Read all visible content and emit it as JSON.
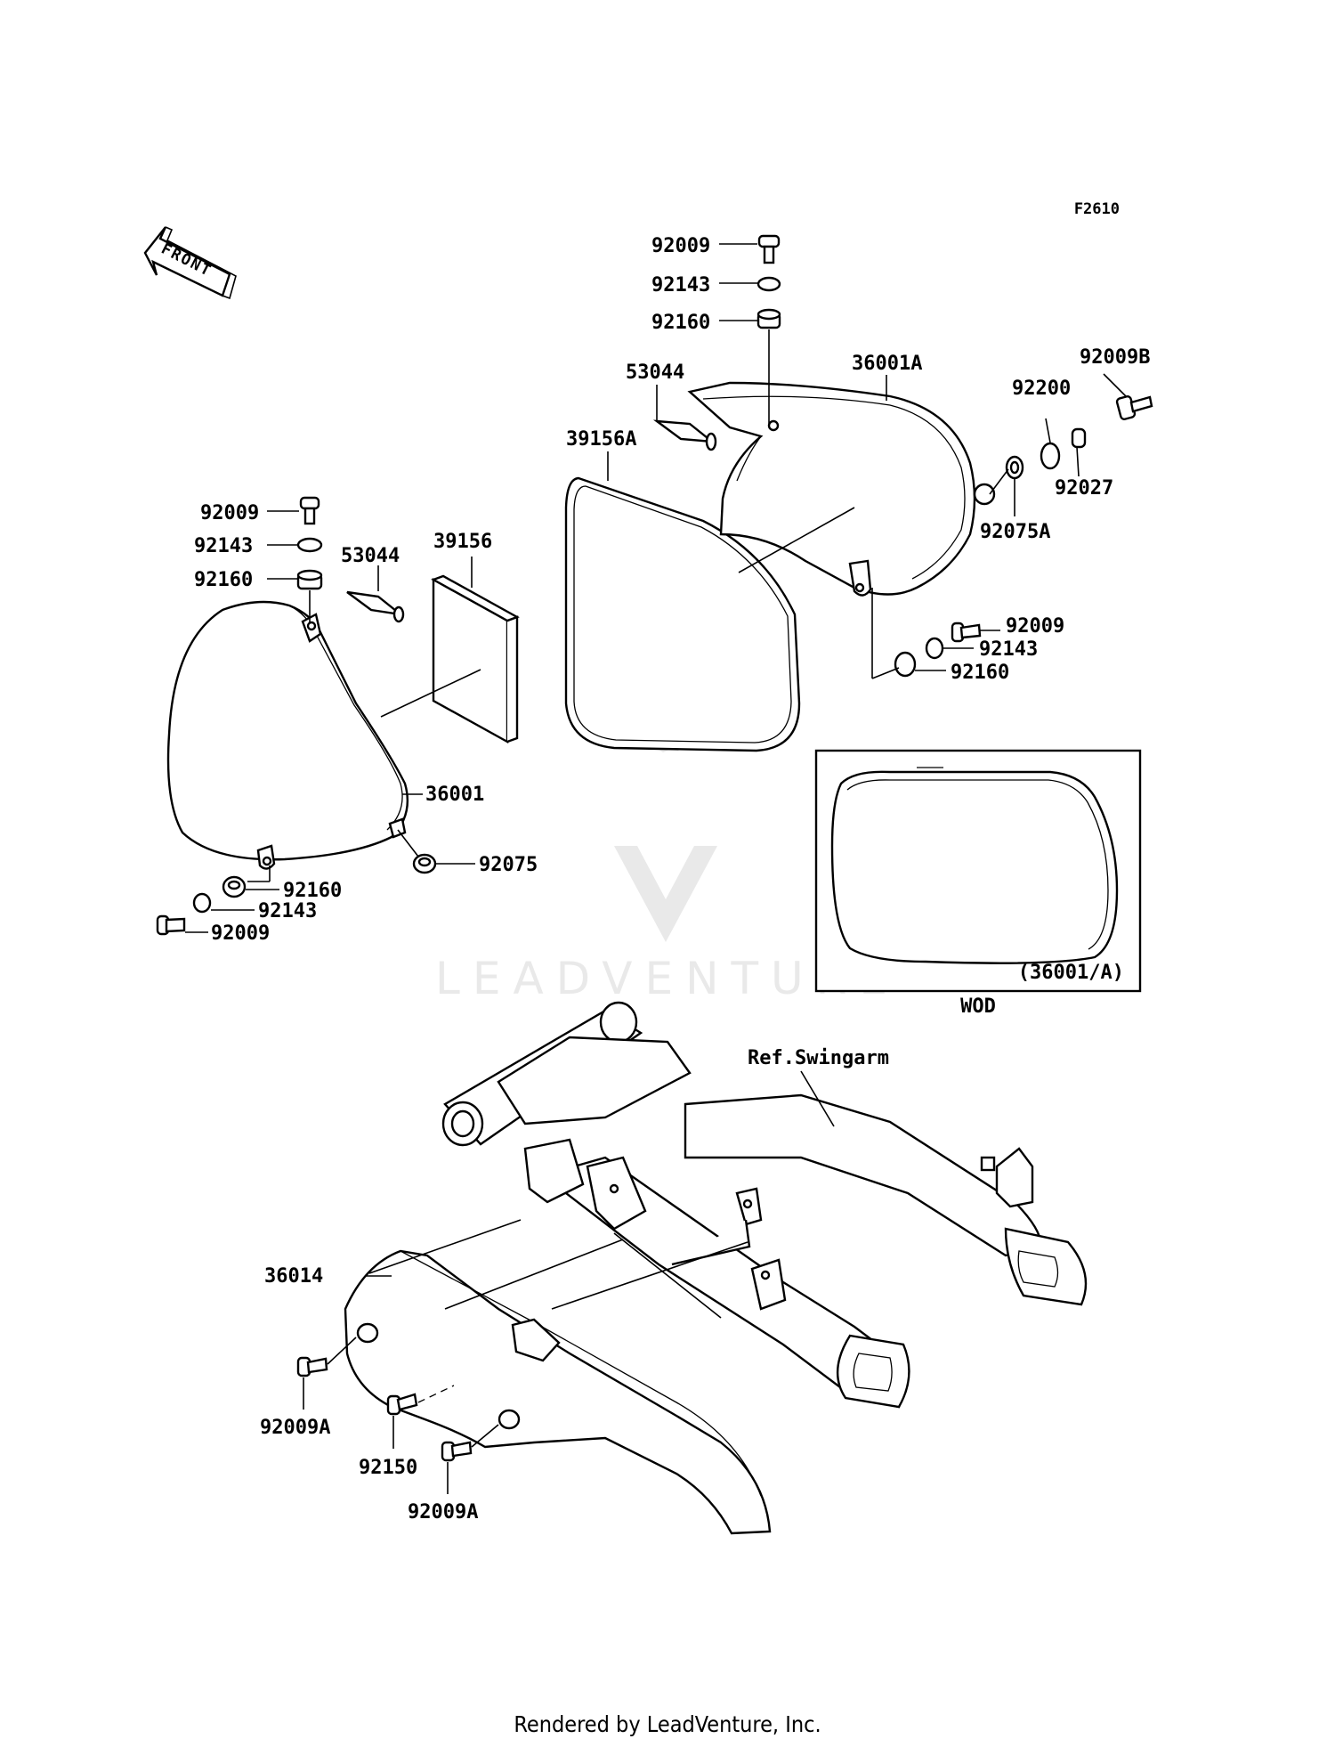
{
  "figure_code": "F2610",
  "front_arrow_label": "FRONT",
  "watermark": "LEADVENTURE",
  "inset_title": "WOD",
  "inset_label": "(36001/A)",
  "ref_label": "Ref.Swingarm",
  "footer": "Rendered by LeadVenture, Inc.",
  "labels": {
    "r_92009": "92009",
    "r_92143": "92143",
    "r_92160": "92160",
    "r_53044": "53044",
    "r_36001A": "36001A",
    "r_39156A": "39156A",
    "r_92200": "92200",
    "r_92009B": "92009B",
    "r_92027": "92027",
    "r_92075A": "92075A",
    "r_92009_low": "92009",
    "r_92143_low": "92143",
    "r_92160_low": "92160",
    "l_92009": "92009",
    "l_92143": "92143",
    "l_92160": "92160",
    "l_53044": "53044",
    "l_39156": "39156",
    "l_36001": "36001",
    "l_92075": "92075",
    "l_92160_low": "92160",
    "l_92143_low": "92143",
    "l_92009_low": "92009",
    "c_36014": "36014",
    "c_92009A_1": "92009A",
    "c_92150": "92150",
    "c_92009A_2": "92009A"
  }
}
